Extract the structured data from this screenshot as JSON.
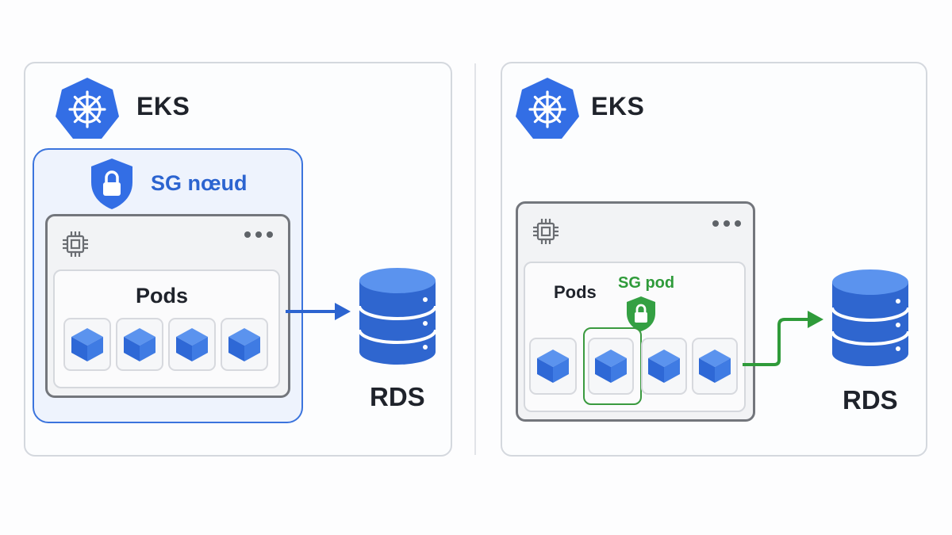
{
  "left": {
    "cluster_label": "EKS",
    "sg_label": "SG nœud",
    "pods_label": "Pods",
    "db_label": "RDS",
    "pod_count": 4
  },
  "right": {
    "cluster_label": "EKS",
    "sg_label": "SG pod",
    "pods_label": "Pods",
    "db_label": "RDS",
    "pod_count": 4
  },
  "icons": {
    "cluster": "kubernetes-helm-icon",
    "security_group": "shield-lock-icon",
    "node": "cpu-chip-icon",
    "menu": "more-dots-icon",
    "pod": "cube-icon",
    "database": "database-icon"
  },
  "colors": {
    "blue_accent": "#3b74dd",
    "green_accent": "#2f9b3a",
    "panel_border": "#d4d8de",
    "node_border": "#73767c"
  }
}
